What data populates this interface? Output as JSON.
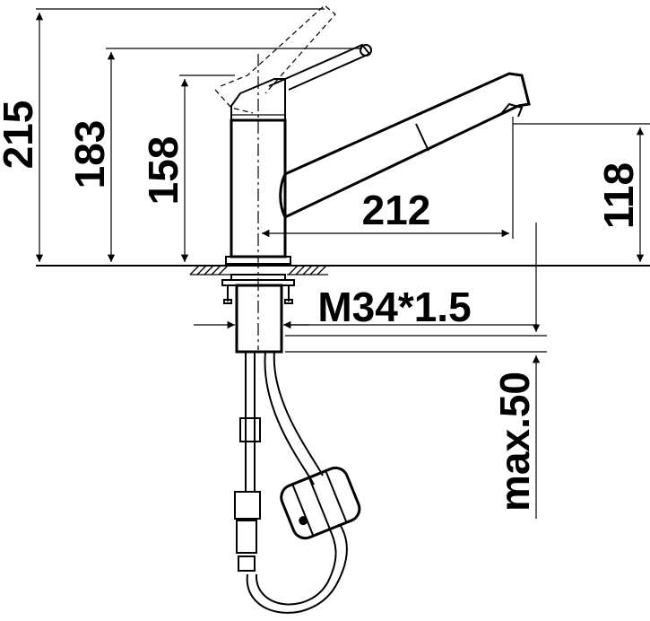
{
  "dimensions": {
    "height_total": "215",
    "height_spout_raised": "183",
    "height_body": "158",
    "spout_reach": "212",
    "spout_outlet_height": "118",
    "thread": "M34*1.5",
    "max_thickness": "max.50"
  }
}
